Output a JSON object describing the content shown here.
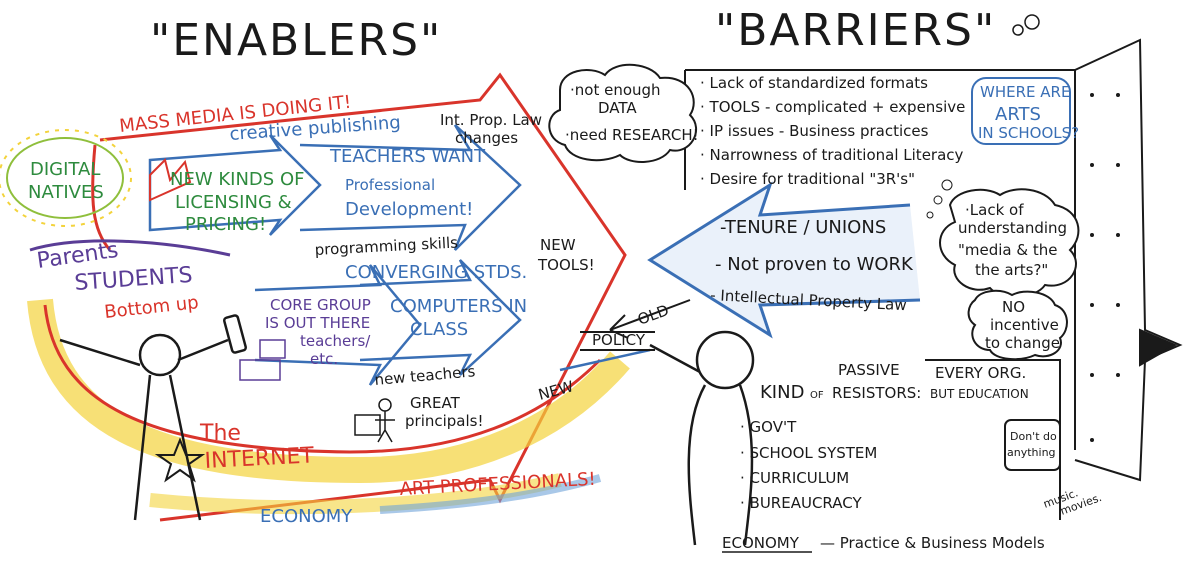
{
  "titles": {
    "left": "\"ENABLERS\"",
    "right": "\"BARRIERS\""
  },
  "enablers": {
    "mass_media": "MASS MEDIA IS DOING IT!",
    "creative_publishing": "creative publishing",
    "ip_law_1": "Int. Prop. Law",
    "ip_law_2": "changes",
    "digital_natives_1": "DIGITAL",
    "digital_natives_2": "NATIVES",
    "new_kinds_1": "NEW KINDS OF",
    "new_kinds_2": "LICENSING &",
    "new_kinds_3": "PRICING!",
    "teachers_want_1": "TEACHERS WANT",
    "teachers_want_2": "Professional",
    "teachers_want_3": "Development!",
    "programming_skills": "programming skills",
    "parents": "Parents",
    "students": "STUDENTS",
    "bottom_up": "Bottom up",
    "converging": "CONVERGING STDS.",
    "new_tools_1": "NEW",
    "new_tools_2": "TOOLS!",
    "core_group_1": "CORE GROUP",
    "core_group_2": "IS OUT THERE",
    "core_group_3": "teachers/",
    "core_group_4": "etc.",
    "computers_1": "COMPUTERS IN",
    "computers_2": "CLASS",
    "new_teachers": "new teachers",
    "great_1": "GREAT",
    "great_2": "principals!",
    "new_label": "NEW",
    "policy": "POLICY",
    "the": "The",
    "internet": "INTERNET",
    "economy": "ECONOMY",
    "art_professionals": "ART PROFESSIONALS!"
  },
  "cloud_research": {
    "line1": "·not enough",
    "line2": "DATA",
    "line3": "·need RESEARCH!"
  },
  "barriers": {
    "list": [
      "· Lack of standardized formats",
      "· TOOLS - complicated + expensive",
      "· IP issues - Business practices",
      "· Narrowness of traditional Literacy",
      "· Desire for traditional \"3R's\""
    ],
    "arts_box_1": "WHERE ARE",
    "arts_box_2": "ARTS",
    "arts_box_3": "IN SCHOOLS?",
    "arrow_items": [
      "-TENURE / UNIONS",
      "- Not proven to WORK",
      "- Intellectual Property Law"
    ],
    "lack_cloud": [
      "·Lack of",
      "understanding",
      "\"media & the",
      "the arts?\""
    ],
    "no_incentive": [
      "NO",
      "incentive",
      "to change"
    ],
    "old_label": "OLD",
    "kind_of": "KIND",
    "of_small": "OF",
    "passive_1": "PASSIVE",
    "passive_2": "RESISTORS:",
    "resistors": [
      "· GOV'T",
      "· SCHOOL SYSTEM",
      "· CURRICULUM",
      "· BUREAUCRACY"
    ],
    "every_org_1": "EVERY ORG.",
    "every_org_2": "BUT EDUCATION",
    "dont_do_1": "Don't do",
    "dont_do_2": "anything",
    "music_movies_1": "music.",
    "music_movies_2": "movies.",
    "economy_line": "ECONOMY",
    "practice_line": "— Practice & Business Models"
  },
  "colors": {
    "red": "#d9342b",
    "blue": "#3a6fb5",
    "green": "#2e8b3e",
    "purple": "#5a3d96",
    "yellow": "#f3d33c",
    "ink": "#1a1a1a"
  }
}
